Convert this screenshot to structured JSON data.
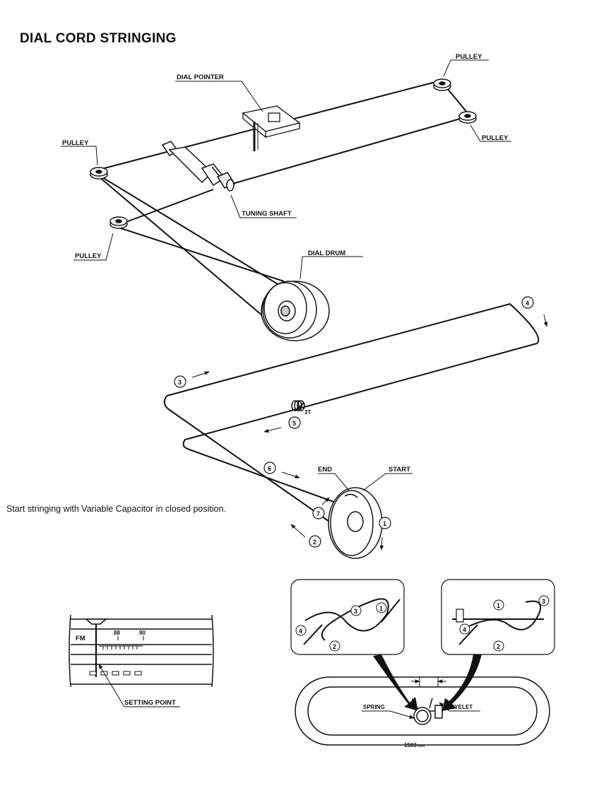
{
  "title": "DIAL CORD STRINGING",
  "note": "Start stringing with Variable Capacitor in closed position.",
  "labels": {
    "dial_pointer": "DIAL POINTER",
    "pulley": "PULLEY",
    "tuning_shaft": "TUNING SHAFT",
    "dial_drum": "DIAL DRUM",
    "end": "END",
    "start": "START",
    "turns": "3T",
    "setting_point": "SETTING POINT",
    "spring": "SPRING",
    "eyelet": "EYELET",
    "length": "1503",
    "length_unit": "mm"
  },
  "scale": {
    "band": "FM",
    "mark_88": "88",
    "mark_90": "90"
  },
  "step_numbers": [
    "1",
    "2",
    "3",
    "4",
    "5",
    "6",
    "7"
  ]
}
